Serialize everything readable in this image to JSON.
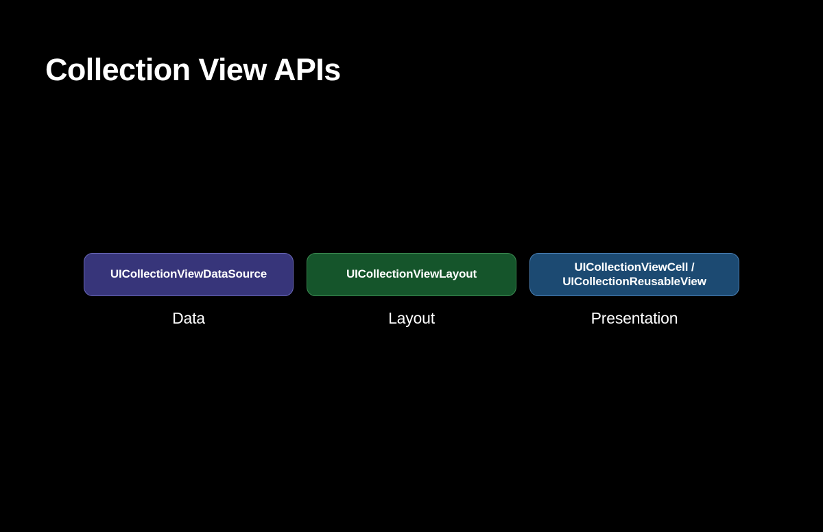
{
  "slide": {
    "title": "Collection View APIs",
    "background_color": "#000000",
    "text_color": "#ffffff"
  },
  "diagram": {
    "type": "three-column-concept",
    "columns": [
      {
        "box_text": "UICollectionViewDataSource",
        "role_label": "Data",
        "box_color": "#37357a",
        "border_color": "#6a68b8"
      },
      {
        "box_text": "UICollectionViewLayout",
        "role_label": "Layout",
        "box_color": "#15552b",
        "border_color": "#3c8a52"
      },
      {
        "box_text_line1": "UICollectionViewCell /",
        "box_text_line2": "UICollectionReusableView",
        "role_label": "Presentation",
        "box_color": "#1c4a72",
        "border_color": "#4a80b5"
      }
    ]
  }
}
